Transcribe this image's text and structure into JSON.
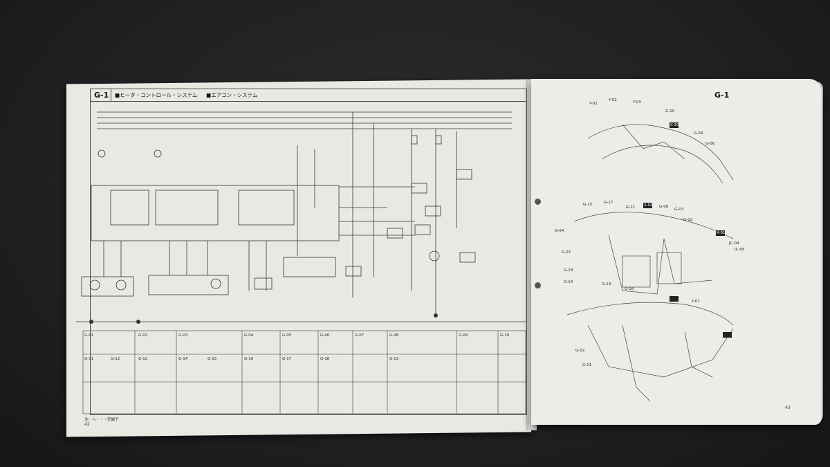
{
  "left_page": {
    "code": "G-1",
    "title_heater": "■ヒータ・コントロール・システム",
    "title_aircon": "■エアコン・システム",
    "connector_labels": [
      "G-01",
      "G-02",
      "G-03",
      "G-04",
      "G-05",
      "G-06",
      "G-07",
      "G-08",
      "G-09",
      "G-10",
      "G-11",
      "G-12",
      "G-13",
      "G-14",
      "G-15",
      "G-16",
      "G-17",
      "G-18",
      "G-23"
    ],
    "footnote": "注：ヘ・・・空端子",
    "page_number": "42"
  },
  "right_page": {
    "code": "G-1",
    "callouts": [
      "Y-01",
      "Y-02",
      "Y-03",
      "G-10",
      "X-20",
      "G-09",
      "G-06",
      "G-15",
      "G-17",
      "G-11",
      "X-02",
      "G-08",
      "G-03",
      "G-12",
      "G-04",
      "X-01",
      "JC-04",
      "JC-05",
      "G-07",
      "G-18",
      "G-14",
      "G-13",
      "G-16",
      "Y-07",
      "G-02",
      "G-01"
    ],
    "page_number": "43"
  },
  "colors": {
    "paper": "#e9e9e4",
    "ink": "#222222",
    "background": "#1f2122"
  }
}
